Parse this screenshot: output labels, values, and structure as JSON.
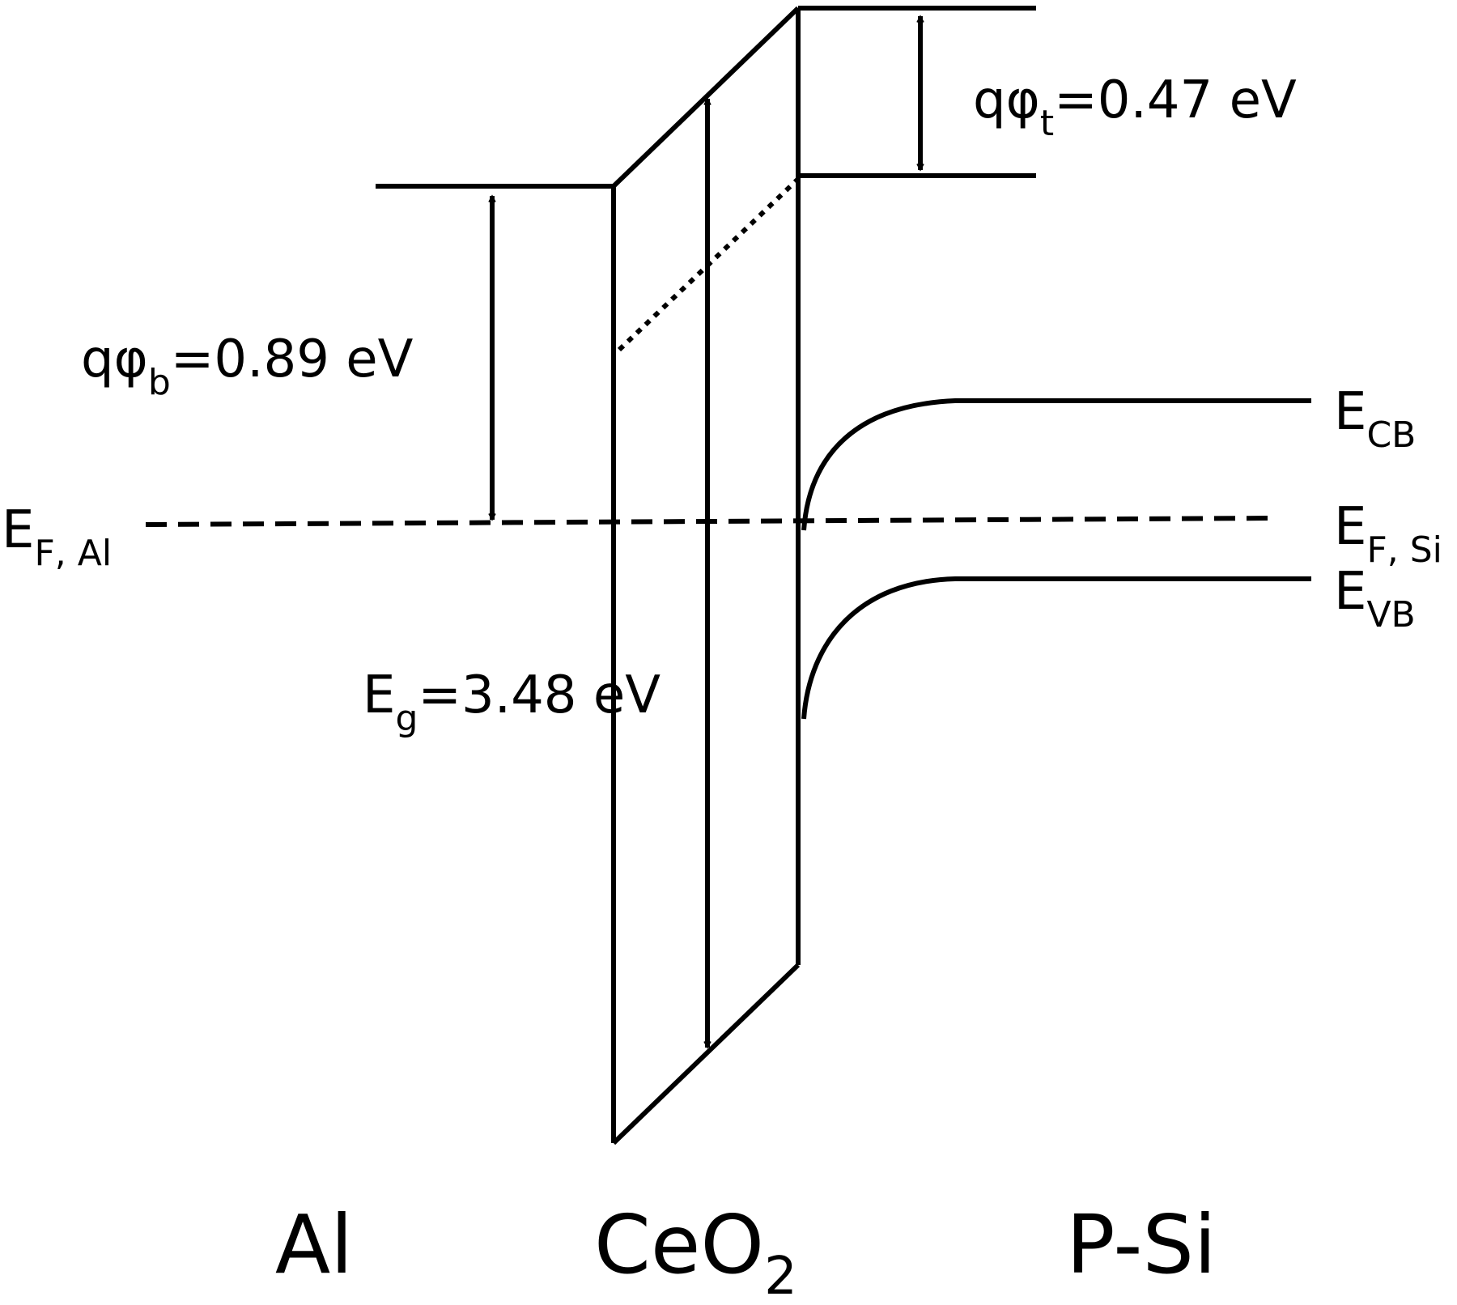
{
  "colors": {
    "line": "#000000",
    "background": "#ffffff"
  },
  "materials": {
    "metal": "Al",
    "oxide_base": "CeO",
    "oxide_sub": "2",
    "semiconductor": "P-Si"
  },
  "labels": {
    "barrier": {
      "prefix": "qφ",
      "sub": "b",
      "value": "=0.89 eV"
    },
    "trap": {
      "prefix": "qφ",
      "sub": "t",
      "value": "=0.47 eV"
    },
    "bandgap": {
      "prefix": "E",
      "sub": "g",
      "value": "=3.48 eV"
    },
    "fermi_al": {
      "prefix": "E",
      "sub": "F, Al"
    },
    "fermi_si": {
      "prefix": "E",
      "sub": "F, Si"
    },
    "conduction_band": {
      "prefix": "E",
      "sub": "CB"
    },
    "valence_band": {
      "prefix": "E",
      "sub": "VB"
    }
  }
}
